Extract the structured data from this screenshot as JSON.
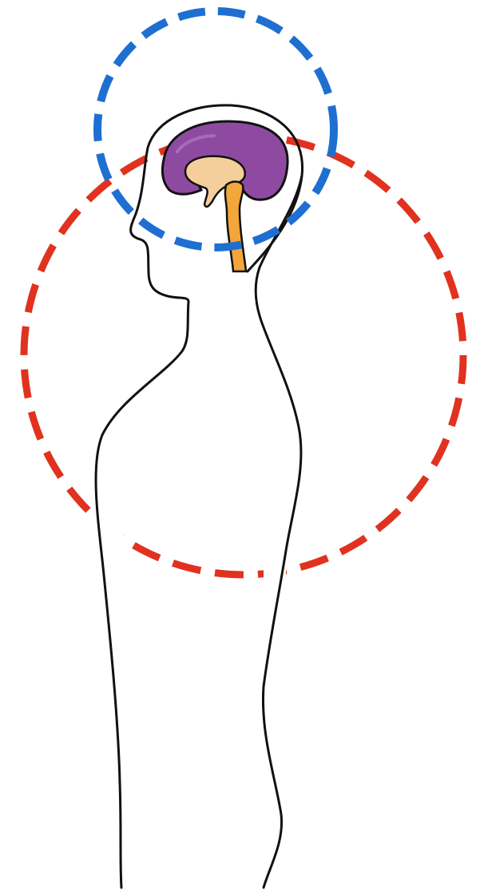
{
  "colors": {
    "background": "#ffffff",
    "outline": "#111111",
    "brain": "#8e4aa0",
    "brain_highlight": "#a86bb8",
    "inner_brain": "#f4cf9b",
    "spinal_cord": "#f3a63a",
    "small_circle": "#1f6fd1",
    "large_circle": "#e0321e"
  },
  "figure": {
    "subject": "human-profile-silhouette",
    "highlighted_regions": [
      "brain",
      "spinal-cord"
    ],
    "circles": [
      {
        "name": "head-region-circle",
        "color": "blue",
        "style": "dashed"
      },
      {
        "name": "upper-body-region-circle",
        "color": "red",
        "style": "dashed"
      }
    ]
  }
}
